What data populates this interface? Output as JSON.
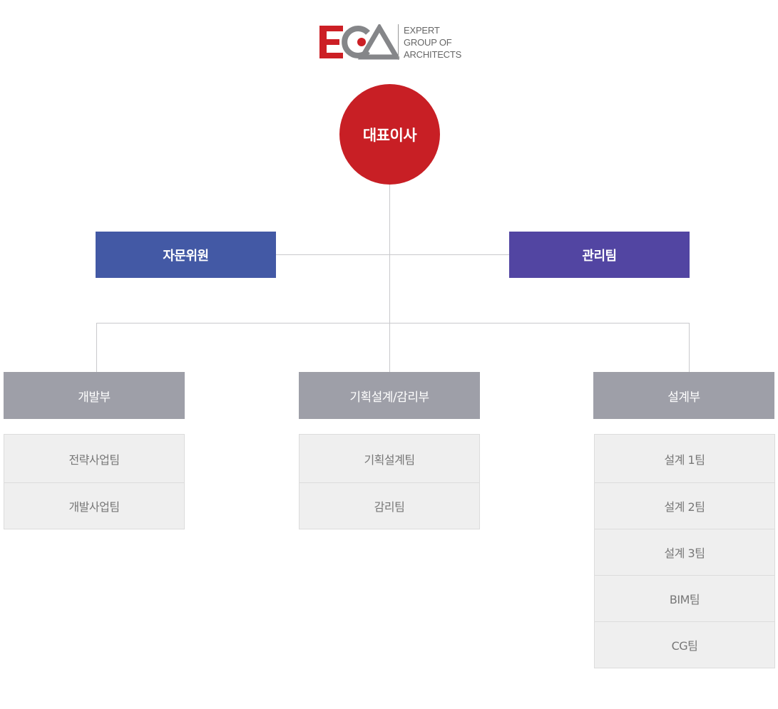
{
  "logo": {
    "mark": "ECA",
    "lines": [
      "EXPERT",
      "GROUP OF",
      "ARCHITECTS"
    ],
    "colors": {
      "red": "#cc1f25",
      "gray": "#858689"
    }
  },
  "ceo": {
    "label": "대표이사",
    "color": "#c81f25"
  },
  "advisory": {
    "label": "자문위원",
    "color": "#4359a5"
  },
  "admin": {
    "label": "관리팀",
    "color": "#5245a2"
  },
  "departments": [
    {
      "label": "개발부",
      "teams": [
        "전략사업팀",
        "개발사업팀"
      ]
    },
    {
      "label": "기획설계/감리부",
      "teams": [
        "기획설계팀",
        "감리팀"
      ]
    },
    {
      "label": "설계부",
      "teams": [
        "설계 1팀",
        "설계 2팀",
        "설계 3팀",
        "BIM팀",
        "CG팀"
      ]
    }
  ],
  "colors": {
    "dept": "#9e9fa8",
    "team_bg": "#efefef",
    "line": "#c9c9cc"
  }
}
